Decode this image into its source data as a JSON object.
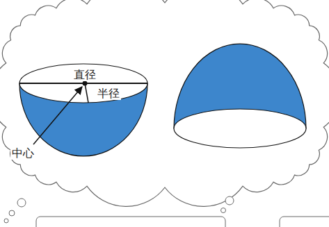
{
  "diagram": {
    "labels": [
      "直径",
      "半径",
      "中心"
    ]
  }
}
